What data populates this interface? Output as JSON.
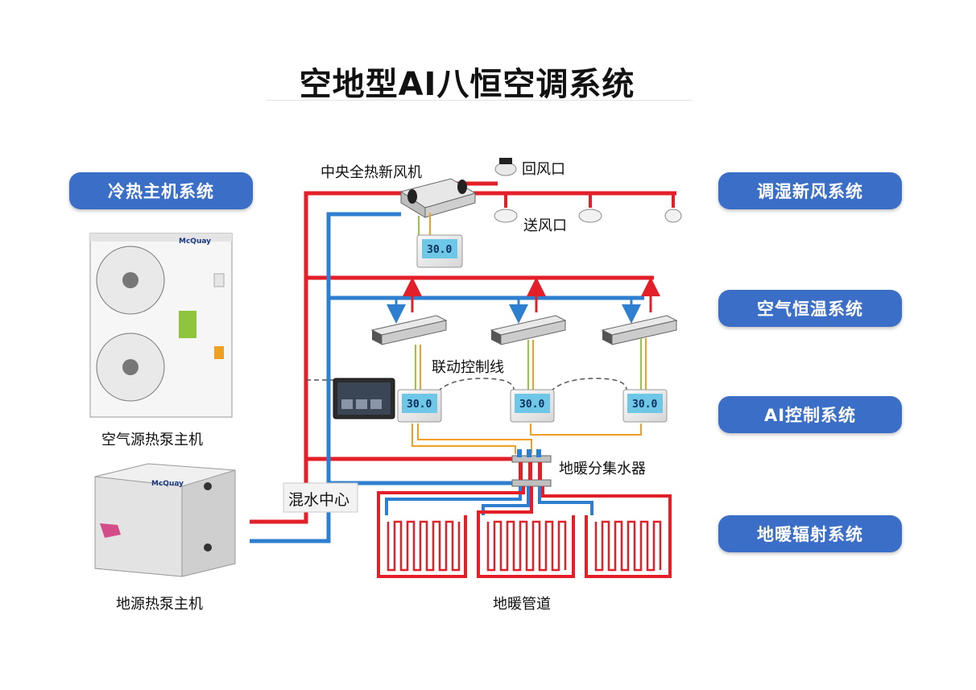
{
  "title": "空地型AI八恒空调系统",
  "systems": {
    "cooling_heating": "冷热主机系统",
    "dehumid_fresh_air": "调湿新风系统",
    "air_constant_temp": "空气恒温系统",
    "ai_control": "AI控制系统",
    "floor_radiant": "地暖辐射系统"
  },
  "labels": {
    "fresh_air_unit": "中央全热新风机",
    "return_vent": "回风口",
    "supply_vent": "送风口",
    "linkage_line": "联动控制线",
    "manifold": "地暖分集水器",
    "mixing_center": "混水中心",
    "floor_pipes": "地暖管道",
    "air_source_pump": "空气源热泵主机",
    "ground_source_pump": "地源热泵主机"
  },
  "devices": {
    "brand": "McQuay",
    "thermostat_reading": "30.0"
  },
  "colors": {
    "hot_pipe": "#e3202a",
    "cold_pipe": "#2f7fd1",
    "control_wire": "#f0a020",
    "pill_bg": "#3b6fc7"
  }
}
